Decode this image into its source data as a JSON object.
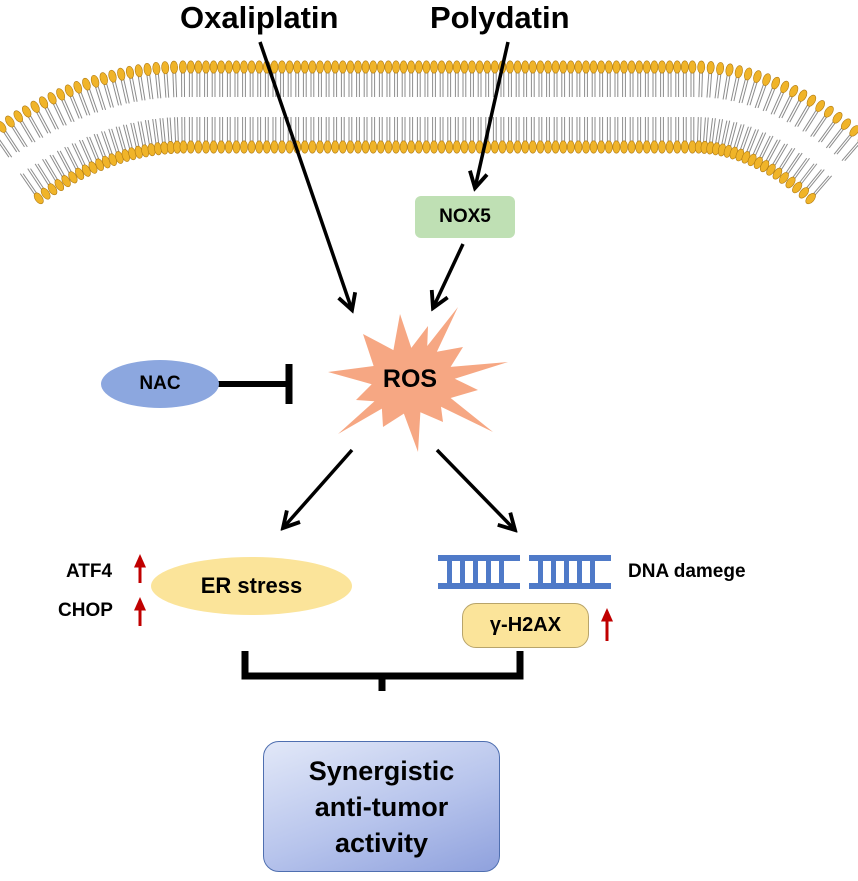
{
  "drugs": {
    "oxaliplatin": "Oxaliplatin",
    "polydatin": "Polydatin"
  },
  "nodes": {
    "nox5": "NOX5",
    "nac": "NAC",
    "ros": "ROS",
    "er_stress": "ER stress",
    "dna_damage": "DNA damege",
    "h2ax": "γ-H2AX",
    "atf4": "ATF4",
    "chop": "CHOP"
  },
  "outcome": {
    "line1": "Synergistic",
    "line2": "anti-tumor",
    "line3": "activity"
  },
  "colors": {
    "lipid_head": "#f0b429",
    "nox5_fill": "#bfe0b4",
    "nac_fill": "#8ca7df",
    "ros_fill": "#f6a783",
    "er_fill": "#fbe49a",
    "dna_fill": "#4f7ac8",
    "up_arrow": "#c00000",
    "outcome_fill": "#b7c4ec"
  },
  "relations": [
    {
      "from": "Oxaliplatin",
      "to": "ROS",
      "type": "activates"
    },
    {
      "from": "Polydatin",
      "to": "NOX5",
      "type": "activates"
    },
    {
      "from": "NOX5",
      "to": "ROS",
      "type": "activates"
    },
    {
      "from": "NAC",
      "to": "ROS",
      "type": "inhibits"
    },
    {
      "from": "ROS",
      "to": "ER stress",
      "type": "activates"
    },
    {
      "from": "ROS",
      "to": "DNA damege",
      "type": "activates"
    },
    {
      "from": "ATF4",
      "to": "ER stress",
      "type": "upregulated"
    },
    {
      "from": "CHOP",
      "to": "ER stress",
      "type": "upregulated"
    },
    {
      "from": "γ-H2AX",
      "to": "DNA damege",
      "type": "upregulated"
    }
  ]
}
